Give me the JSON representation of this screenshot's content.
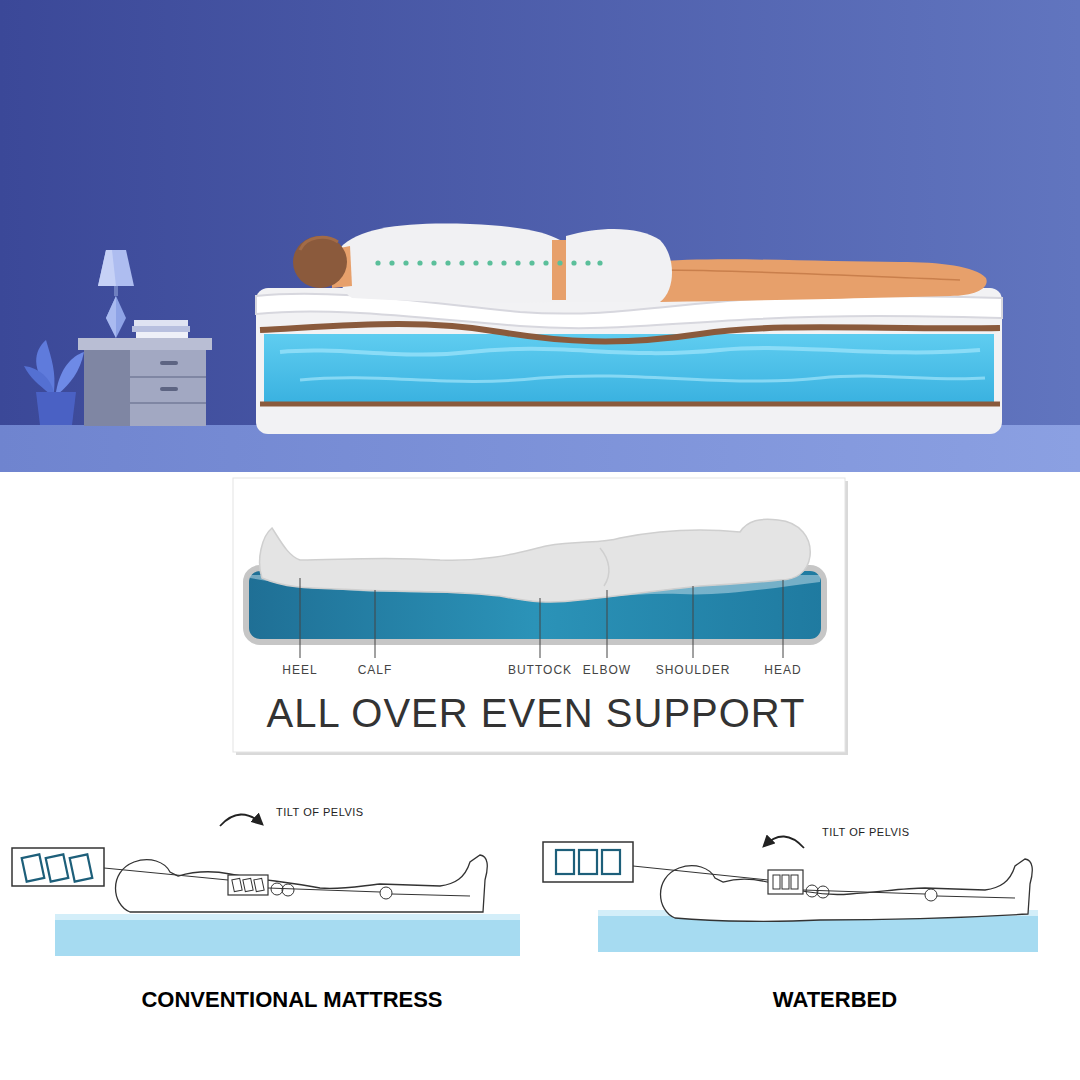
{
  "diagram": {
    "labels": [
      "HEEL",
      "CALF",
      "BUTTOCK",
      "ELBOW",
      "SHOULDER",
      "HEAD",
      "ALL OVER EVEN SUPPORT",
      "TILT OF PELVIS",
      "TILT OF PELVIS",
      "CONVENTIONAL MATTRESS",
      "WATERBED"
    ]
  }
}
